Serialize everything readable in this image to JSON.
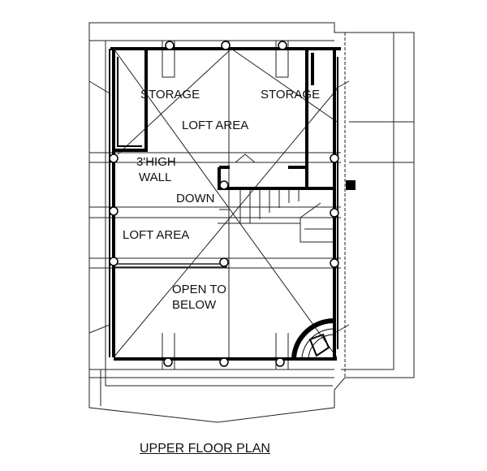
{
  "plan": {
    "title": "UPPER FLOOR PLAN",
    "rooms": {
      "storage_left": "STORAGE",
      "storage_right": "STORAGE",
      "loft_area_top": "LOFT AREA",
      "wall_line1": "3'HIGH",
      "wall_line2": "WALL",
      "down": "DOWN",
      "loft_area_mid": "LOFT AREA",
      "open_line1": "OPEN TO",
      "open_line2": "BELOW"
    }
  }
}
